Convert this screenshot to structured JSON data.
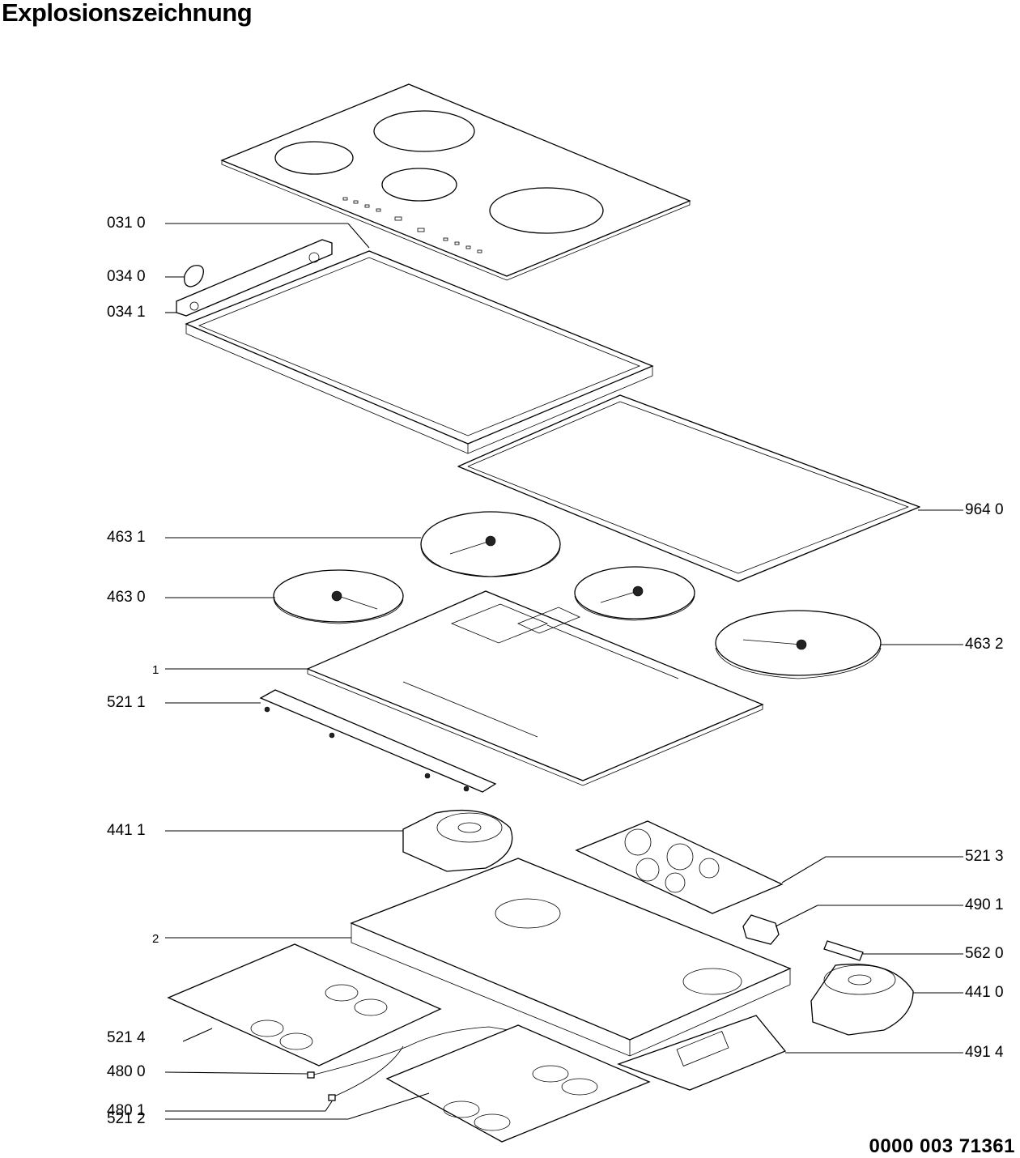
{
  "title": "Explosionszeichnung",
  "drawing_number": "0000 003 71361",
  "labels": {
    "l0310": "031 0",
    "l0340": "034 0",
    "l0341": "034 1",
    "l9640": "964 0",
    "l4631": "463 1",
    "l4630": "463 0",
    "l4632": "463 2",
    "l1": "1",
    "l5211": "521 1",
    "l4411": "441 1",
    "l5213": "521 3",
    "l4901": "490 1",
    "l2": "2",
    "l5620": "562 0",
    "l4410": "441 0",
    "l5214": "521 4",
    "l4914": "491 4",
    "l4800": "480 0",
    "l4801": "480 1",
    "l5212": "521 2"
  }
}
